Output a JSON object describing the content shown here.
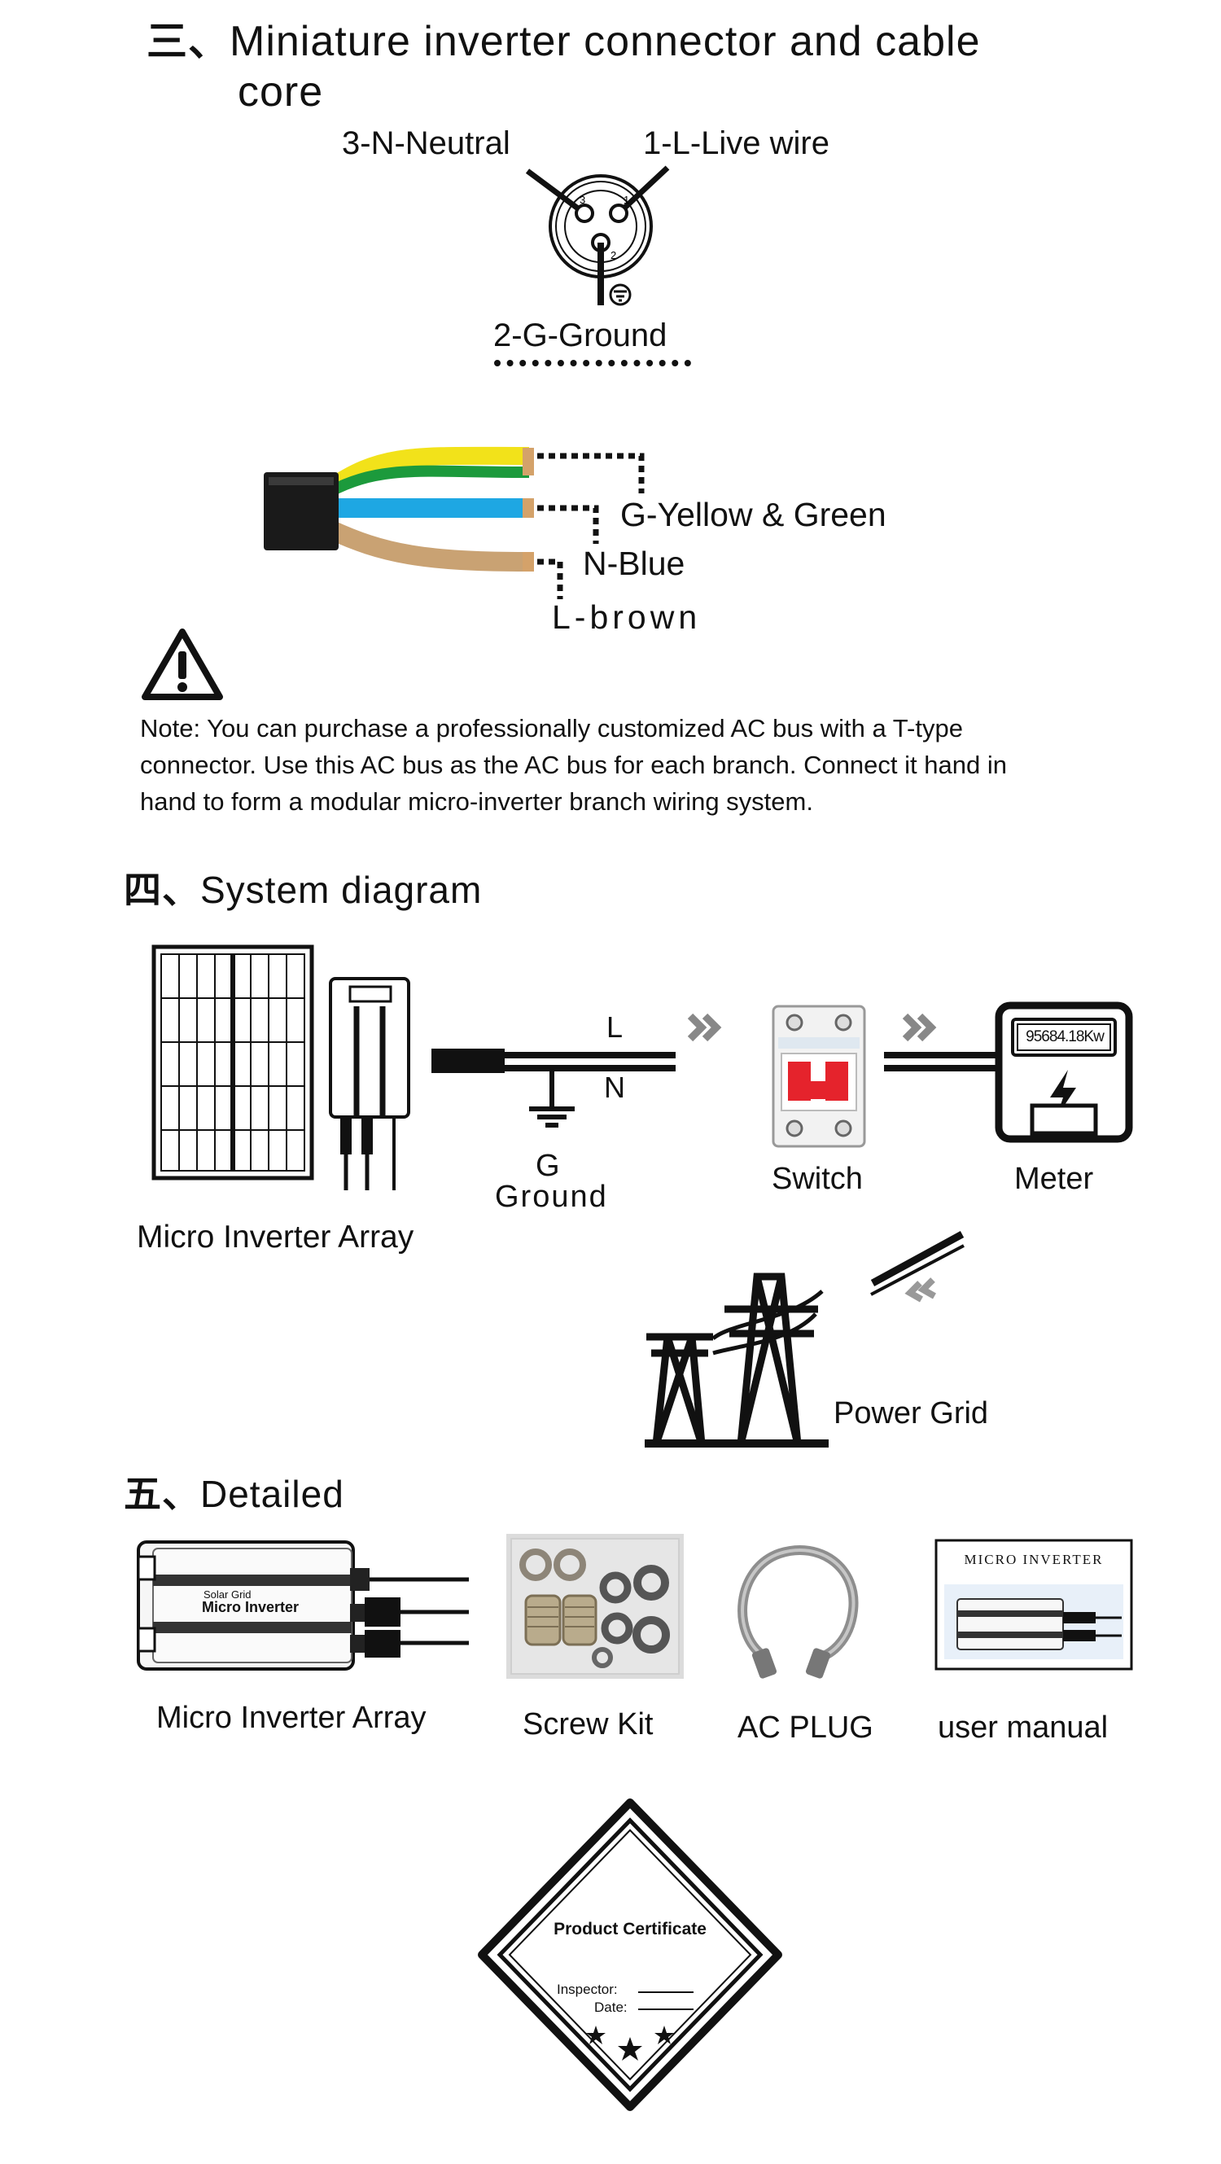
{
  "section3": {
    "number": "三、",
    "title_line1": "Miniature inverter connector and cable",
    "title_line2": "core",
    "pins": {
      "neutral": "3-N-Neutral",
      "live": "1-L-Live wire",
      "ground": "2-G-Ground",
      "pin_numbers": [
        "3",
        "1",
        "2"
      ]
    },
    "wires": {
      "ground": "G-Yellow & Green",
      "neutral": "N-Blue",
      "live": "L-brown"
    },
    "note": "Note: You can purchase a professionally customized AC bus with a T-type connector. Use this AC bus as the AC bus for each branch. Connect it hand in hand to form a modular micro-inverter branch wiring system."
  },
  "section4": {
    "number": "四、",
    "title": "System diagram",
    "labels": {
      "L": "L",
      "N": "N",
      "G": "G",
      "ground": "Ground",
      "switch": "Switch",
      "meter": "Meter",
      "array": "Micro Inverter Array",
      "grid": "Power Grid",
      "meter_reading": "95684.18Kw"
    }
  },
  "section5": {
    "number": "五、",
    "title": "Detailed",
    "items": [
      {
        "label": "Micro Inverter Array",
        "device_text_1": "Solar Grid",
        "device_text_2": "Micro Inverter"
      },
      {
        "label": "Screw Kit"
      },
      {
        "label": "AC PLUG"
      },
      {
        "label": "user manual",
        "cover_title": "MICRO INVERTER"
      }
    ]
  },
  "certificate": {
    "title": "Product Certificate",
    "inspector": "Inspector:",
    "date": "Date:"
  },
  "colors": {
    "yellow": "#f2e21a",
    "green": "#1c9a3c",
    "blue": "#1ea7e3",
    "brown": "#c9a273",
    "switch_red": "#e5232c"
  }
}
